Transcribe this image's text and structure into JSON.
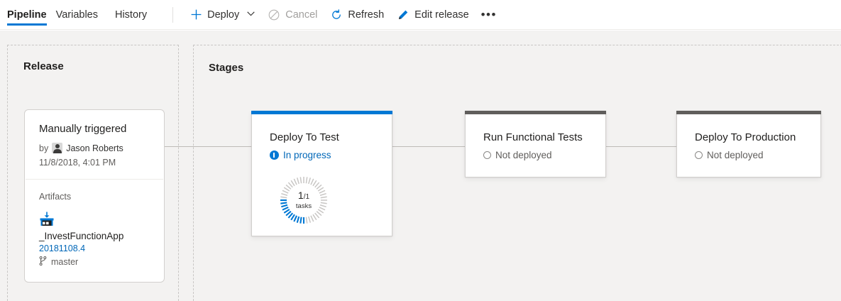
{
  "commandbar": {
    "pivots": [
      {
        "label": "Pipeline",
        "selected": true
      },
      {
        "label": "Variables",
        "selected": false
      },
      {
        "label": "History",
        "selected": false
      }
    ],
    "deploy": {
      "label": "Deploy",
      "icon": "plus-icon",
      "chevron": "∨"
    },
    "cancel": {
      "label": "Cancel",
      "icon": "cancel-icon",
      "disabled": true
    },
    "refresh": {
      "label": "Refresh",
      "icon": "refresh-icon"
    },
    "edit_release": {
      "label": "Edit release",
      "icon": "pencil-icon"
    },
    "more": {
      "label": "•••",
      "icon": "more-icon"
    }
  },
  "release": {
    "panel_title": "Release",
    "card": {
      "title": "Manually triggered",
      "by_word": "by",
      "author": "Jason Roberts",
      "timestamp": "11/8/2018, 4:01 PM",
      "artifacts_label": "Artifacts",
      "artifact_icon": "build-artifact-icon",
      "artifact_name": "_InvestFunctionApp",
      "artifact_version": "20181108.4",
      "branch_icon": "branch-icon",
      "branch": "master"
    }
  },
  "stages": {
    "panel_title": "Stages",
    "items": [
      {
        "name": "Deploy To Test",
        "status": "In progress",
        "status_icon": "in-progress-icon",
        "status_state": "inprogress",
        "topbar_color": "#0078d4",
        "progress": {
          "completed": "1",
          "total": "/1",
          "label": "tasks",
          "percent": 28
        }
      },
      {
        "name": "Run Functional Tests",
        "status": "Not deployed",
        "status_icon": "not-deployed-icon",
        "status_state": "notdeployed",
        "topbar_color": "#605e5c"
      },
      {
        "name": "Deploy To Production",
        "status": "Not deployed",
        "status_icon": "not-deployed-icon",
        "status_state": "notdeployed",
        "topbar_color": "#605e5c"
      }
    ]
  },
  "colors": {
    "accent": "#0078d4",
    "link": "#0067b8",
    "canvas": "#f3f2f1",
    "muted": "#605e5c"
  }
}
